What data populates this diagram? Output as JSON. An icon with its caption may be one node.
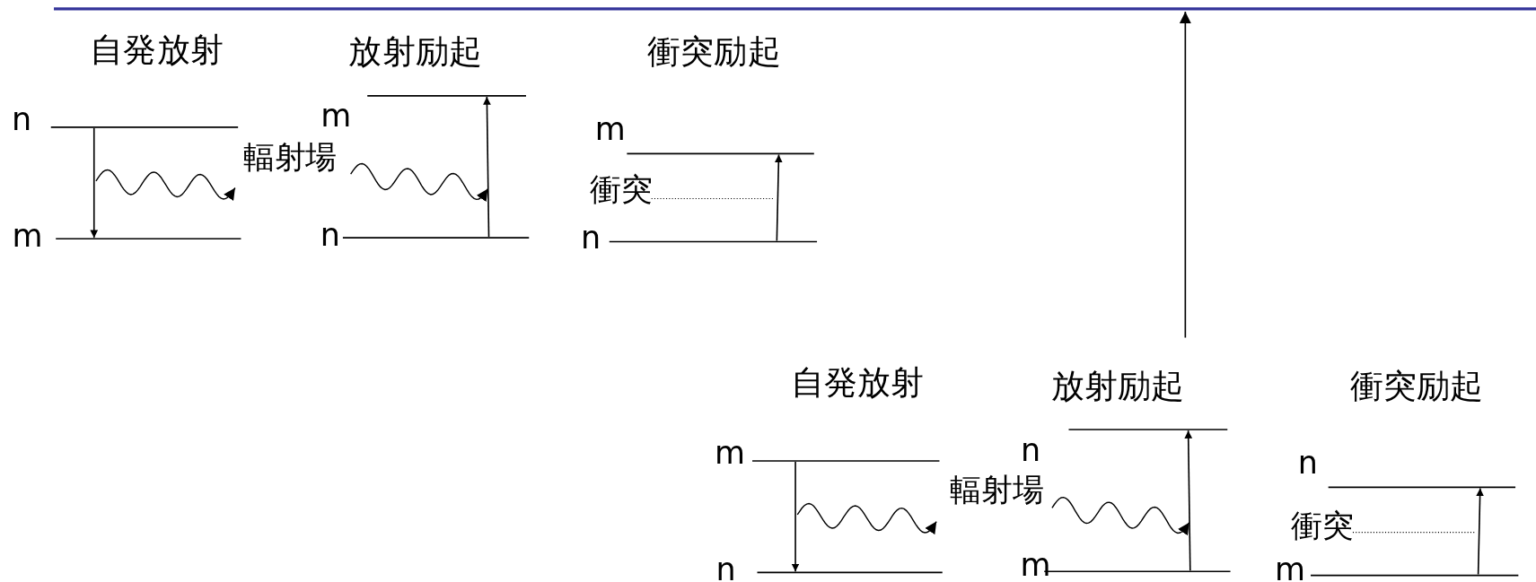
{
  "diagram": {
    "labels": [
      "自発放射",
      "放射励起",
      "衝突励起",
      "n",
      "m",
      "m",
      "輻射場",
      "衝突",
      "m",
      "n",
      "n",
      "自発放射",
      "放射励起",
      "衝突励起",
      "m",
      "n",
      "n",
      "輻射場",
      "衝突",
      "n",
      "m",
      "m"
    ]
  }
}
